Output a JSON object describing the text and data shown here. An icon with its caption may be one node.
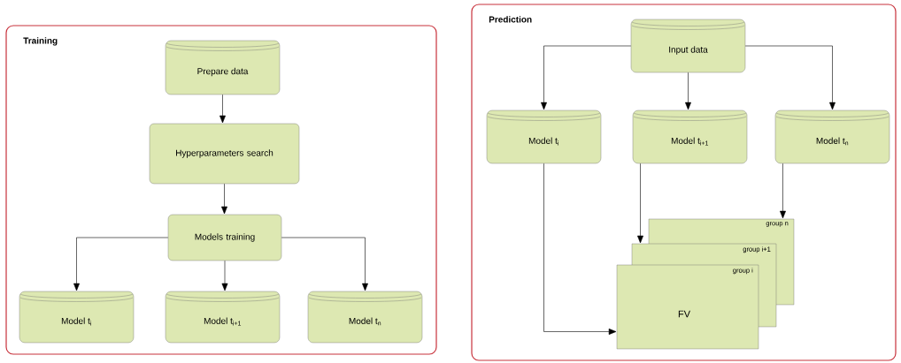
{
  "diagram": {
    "nodes": [
      {
        "text": [
          "Training"
        ]
      },
      {
        "text": [
          "Prepare data"
        ],
        "in": 0
      },
      {
        "text": [
          "Hyperparameters search"
        ],
        "in": 0
      },
      {
        "text": [
          "Models training"
        ],
        "in": 0
      },
      {
        "text": [
          "Model t$_{i}$"
        ],
        "in": 0
      },
      {
        "text": [
          "Model t$_{i+1}$"
        ],
        "in": 0
      },
      {
        "text": [
          "Model t$_{n}$"
        ],
        "in": 0
      },
      {
        "text": [
          "Prediction"
        ]
      },
      {
        "text": [
          "Input data"
        ],
        "in": 7
      },
      {
        "text": [
          "Model t$_{i}$"
        ],
        "in": 7
      },
      {
        "text": [
          "Model t$_{i+1}$"
        ],
        "in": 7
      },
      {
        "text": [
          "Model t$_{n}$"
        ],
        "in": 7
      },
      {
        "text": [
          "group n"
        ],
        "in": 7
      },
      {
        "text": [
          "group i+1"
        ],
        "in": 7
      },
      {
        "text": [
          "group i",
          "FV"
        ],
        "in": 7
      }
    ],
    "edges": [
      {
        "from": 1,
        "to": 2,
        "arrow": "to"
      },
      {
        "from": 2,
        "to": 3,
        "arrow": "to"
      },
      {
        "from": 3,
        "to": 4,
        "arrow": "to"
      },
      {
        "from": 3,
        "to": 5,
        "arrow": "to"
      },
      {
        "from": 3,
        "to": 6,
        "arrow": "to"
      },
      {
        "from": 8,
        "to": 9,
        "arrow": "to"
      },
      {
        "from": 8,
        "to": 10,
        "arrow": "to"
      },
      {
        "from": 8,
        "to": 11,
        "arrow": "to"
      },
      {
        "from": 9,
        "to": 14,
        "arrow": "to"
      },
      {
        "from": 10,
        "to": 13,
        "arrow": "to"
      },
      {
        "from": 11,
        "to": 12,
        "arrow": "to"
      }
    ]
  }
}
